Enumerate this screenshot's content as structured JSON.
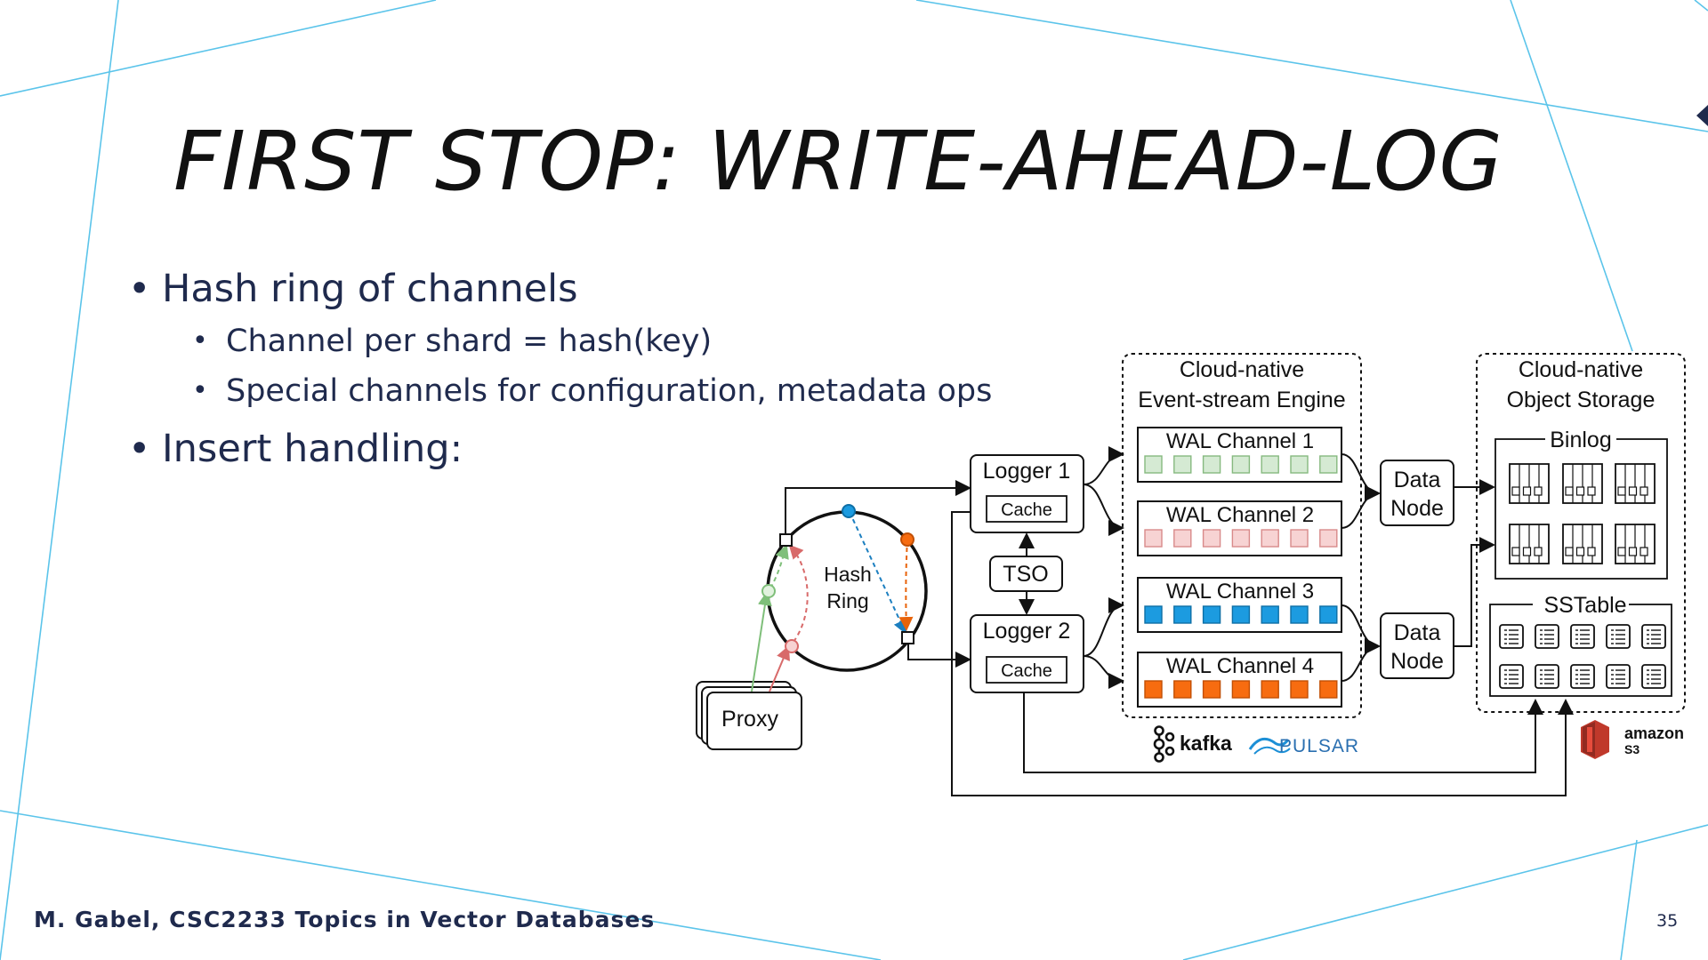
{
  "slide": {
    "title": "FIRST STOP: WRITE-AHEAD-LOG",
    "bullets": [
      {
        "text": "Hash ring of channels",
        "sub": [
          "Channel per shard = hash(key)",
          "Special channels for configuration, metadata ops"
        ]
      },
      {
        "text": "Insert handling:",
        "sub": []
      }
    ],
    "footer": "M. Gabel, CSC2233 Topics in Vector Databases",
    "page_number": "35"
  },
  "diagram": {
    "proxy": "Proxy",
    "hash_ring": [
      "Hash",
      "Ring"
    ],
    "loggers": [
      {
        "label": "Logger 1",
        "cache": "Cache"
      },
      {
        "label": "Logger 2",
        "cache": "Cache"
      }
    ],
    "tso": "TSO",
    "event_stream": {
      "title": [
        "Cloud-native",
        "Event-stream Engine"
      ]
    },
    "wal_channels": [
      {
        "label": "WAL Channel 1",
        "fill": "#d5ead3",
        "stroke": "#86b97f"
      },
      {
        "label": "WAL Channel 2",
        "fill": "#f7d3d3",
        "stroke": "#d88a8a"
      },
      {
        "label": "WAL Channel 3",
        "fill": "#1c9be0",
        "stroke": "#0e6fa6"
      },
      {
        "label": "WAL Channel 4",
        "fill": "#f76c10",
        "stroke": "#c24f04"
      }
    ],
    "data_nodes": [
      [
        "Data",
        "Node"
      ],
      [
        "Data",
        "Node"
      ]
    ],
    "object_storage": {
      "title": [
        "Cloud-native",
        "Object Storage"
      ],
      "binlog": "Binlog",
      "sstable": "SSTable"
    },
    "logos": {
      "kafka": "kafka",
      "pulsar": "PULSAR",
      "amazon": "amazon",
      "s3": "S3"
    },
    "colors": {
      "accent_lines": "#5bc4ea",
      "text": "#1f2a4d",
      "s3": "#c0392b"
    }
  }
}
